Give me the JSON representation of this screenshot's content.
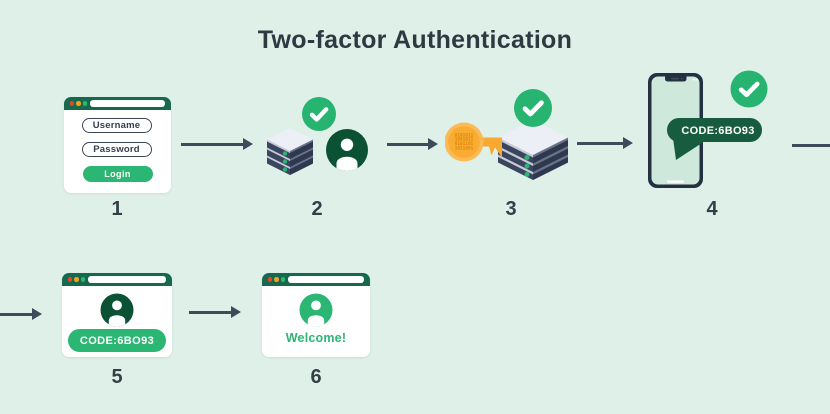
{
  "title": "Two-factor Authentication",
  "steps": {
    "s1": {
      "number": "1",
      "username_placeholder": "Username",
      "password_placeholder": "Password",
      "login_button": "Login"
    },
    "s2": {
      "number": "2"
    },
    "s3": {
      "number": "3",
      "key_binary_lines": [
        "0101011",
        "1001011",
        "0101101",
        "1011001"
      ]
    },
    "s4": {
      "number": "4",
      "sms_code": "CODE:6BO93"
    },
    "s5": {
      "number": "5",
      "code_entry": "CODE:6BO93"
    },
    "s6": {
      "number": "6",
      "welcome_message": "Welcome!"
    }
  },
  "icons": {
    "checkmark_icon": "white check in green circle",
    "user_avatar_icon": "white person silhouette in circle",
    "key_icon": "orange key with binary code head",
    "server_icon": "isometric server stack with green status lights",
    "phone_icon": "smartphone with notch and home bar",
    "browser_icon": "browser window with traffic-light dots and address bar"
  },
  "colors": {
    "background": "#DFF0E8",
    "ink": "#333E48",
    "titlebar_green": "#17694E",
    "deep_green": "#0B5133",
    "bright_green": "#2BB673",
    "check_green": "#27B370",
    "bubble_green": "#185C40",
    "key_orange": "#F9A832",
    "binary_orange": "#DD8604",
    "server_light_face": "#C6CAD7",
    "server_dark_band": "#3A455E",
    "arrow": "#3F4A5A",
    "dot_red": "#E2472A",
    "dot_orange": "#F0A320"
  }
}
